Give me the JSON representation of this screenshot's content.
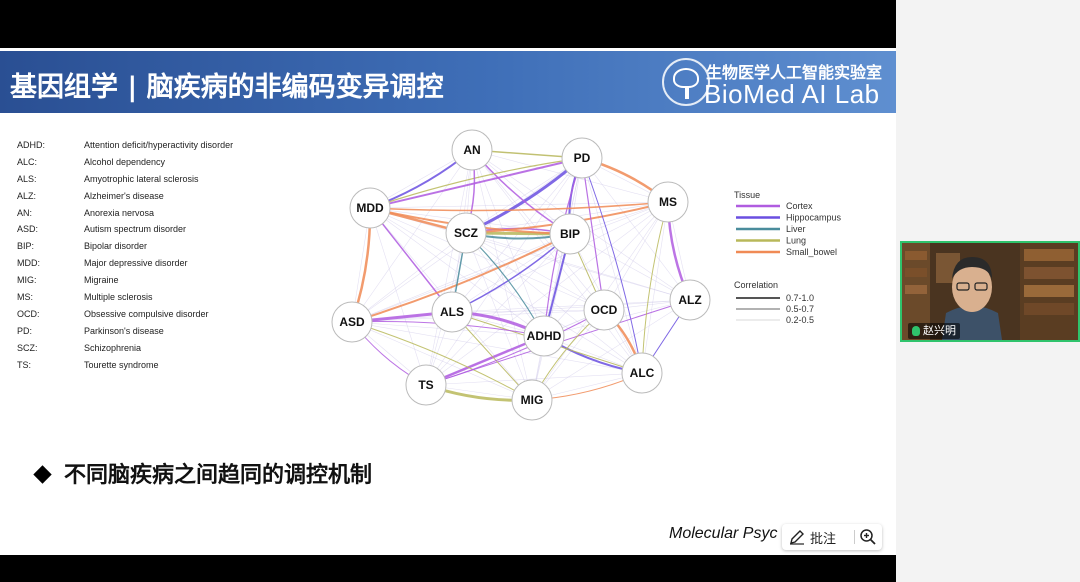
{
  "slide": {
    "title": "基因组学 | 脑疾病的非编码变异调控",
    "lab_name_cn": "生物医学人工智能实验室",
    "lab_name_en": "BioMed AI Lab",
    "abbreviations": [
      {
        "code": "ADHD:",
        "name": "Attention deficit/hyperactivity disorder"
      },
      {
        "code": "ALC:",
        "name": "Alcohol dependency"
      },
      {
        "code": "ALS:",
        "name": "Amyotrophic lateral sclerosis"
      },
      {
        "code": "ALZ:",
        "name": "Alzheimer's disease"
      },
      {
        "code": "AN:",
        "name": "Anorexia nervosa"
      },
      {
        "code": "ASD:",
        "name": "Autism spectrum disorder"
      },
      {
        "code": "BIP:",
        "name": "Bipolar disorder"
      },
      {
        "code": "MDD:",
        "name": "Major depressive disorder"
      },
      {
        "code": "MIG:",
        "name": "Migraine"
      },
      {
        "code": "MS:",
        "name": "Multiple sclerosis"
      },
      {
        "code": "OCD:",
        "name": "Obsessive compulsive disorder"
      },
      {
        "code": "PD:",
        "name": "Parkinson's disease"
      },
      {
        "code": "SCZ:",
        "name": "Schizophrenia"
      },
      {
        "code": "TS:",
        "name": "Tourette syndrome"
      }
    ],
    "network": {
      "nodes": [
        "AN",
        "PD",
        "MDD",
        "MS",
        "SCZ",
        "BIP",
        "ALZ",
        "ASD",
        "ALS",
        "OCD",
        "ADHD",
        "ALC",
        "TS",
        "MIG"
      ],
      "tissue_legend_title": "Tissue",
      "tissues": [
        {
          "name": "Cortex",
          "color": "#b05ce0"
        },
        {
          "name": "Hippocampus",
          "color": "#6a4fe0"
        },
        {
          "name": "Liver",
          "color": "#4a8c9c"
        },
        {
          "name": "Lung",
          "color": "#b8b85a"
        },
        {
          "name": "Small_bowel",
          "color": "#f08a55"
        }
      ],
      "correlation_legend_title": "Correlation",
      "correlations": [
        {
          "range": "0.7-1.0",
          "color": "#555555"
        },
        {
          "range": "0.5-0.7",
          "color": "#999999"
        },
        {
          "range": "0.2-0.5",
          "color": "#cccccc"
        }
      ]
    },
    "bullet": "不同脑疾病之间趋同的调控机制",
    "citation": "Molecular Psyc"
  },
  "toolbar": {
    "annotate_label": "批注",
    "annotate_icon": "pen-icon",
    "zoom_icon": "zoom-in-icon"
  },
  "participant": {
    "name": "赵兴明",
    "mic_icon": "mic-icon"
  }
}
